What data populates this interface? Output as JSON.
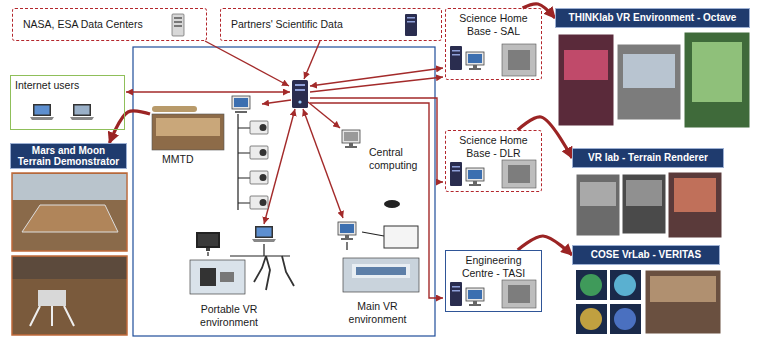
{
  "diagram": {
    "nodes": [
      {
        "text": [
          "NASA, ESA Data Centers"
        ]
      },
      {
        "text": [
          "Partners' Scientific Data"
        ]
      },
      {
        "text": [
          "Science Home Base - SAL"
        ]
      },
      {
        "text": [
          "THINKlab VR Environment - Octave"
        ]
      },
      {
        "text": [
          "Internet users"
        ]
      },
      {
        "text": [
          "Mars and Moon Terrain Demonstrator"
        ]
      },
      {
        "text": [
          "MMTD"
        ]
      },
      {
        "text": [
          "Central computing"
        ]
      },
      {
        "text": [
          "Science Home Base - DLR"
        ]
      },
      {
        "text": [
          "VR lab - Terrain Renderer"
        ]
      },
      {
        "text": [
          "Main VR environment"
        ]
      },
      {
        "text": [
          "Portable VR environment"
        ]
      },
      {
        "text": [
          "Engineering Centre - TASI"
        ]
      },
      {
        "text": [
          "COSE VrLab - VERITAS"
        ]
      }
    ],
    "edges": [
      {
        "from": 6,
        "to": 5,
        "arrow": "to"
      },
      {
        "from": 2,
        "to": 3,
        "arrow": "to"
      },
      {
        "from": 8,
        "to": 9,
        "arrow": "to"
      },
      {
        "from": 12,
        "to": 13,
        "arrow": "to"
      }
    ]
  }
}
